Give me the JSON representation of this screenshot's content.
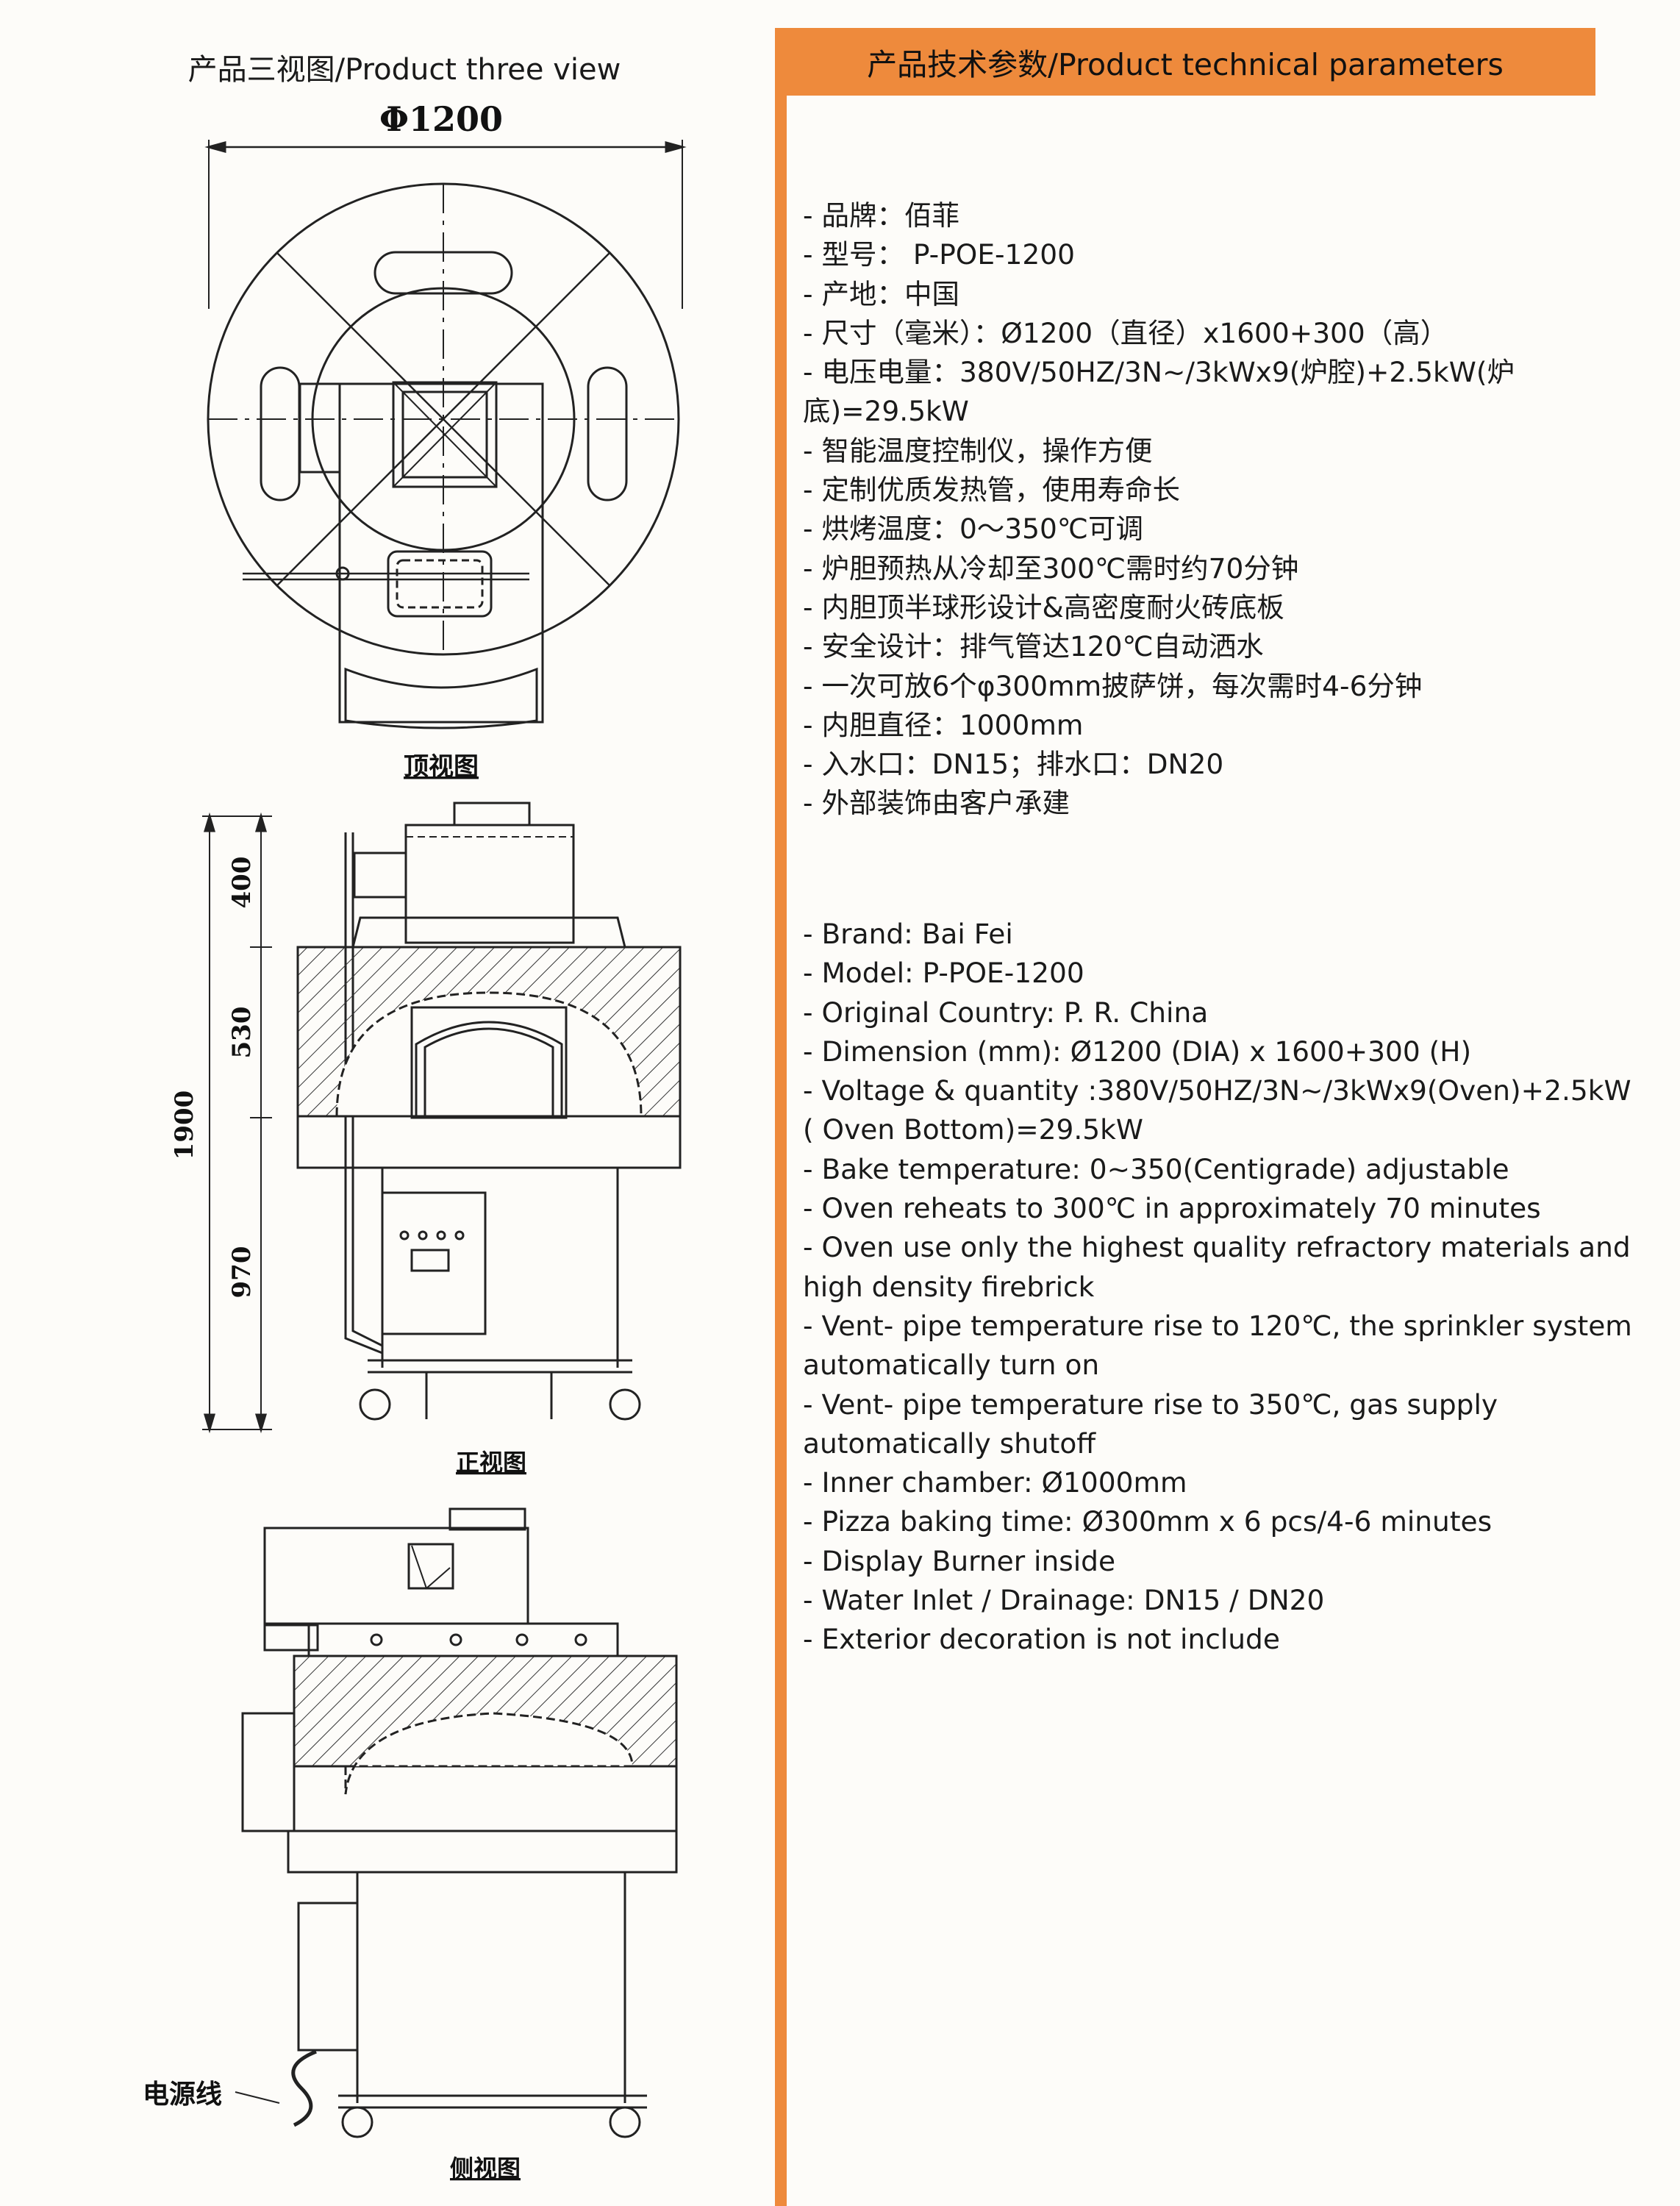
{
  "left_title": "产品三视图/Product three view",
  "right_title": "产品技术参数/Product technical parameters",
  "diagram": {
    "diameter_label": "Φ1200",
    "top_view_label": "顶视图",
    "front_view_label": "正视图",
    "side_view_label": "侧视图",
    "power_cord_label": "电源线",
    "dim_total": "1900",
    "dim_top": "400",
    "dim_mid": "530",
    "dim_bottom": "970"
  },
  "params_cn": [
    "- 品牌：佰菲",
    "- 型号： P-POE-1200",
    "- 产地：中国",
    "- 尺寸（毫米）：Ø1200（直径）x1600+300（高）",
    "- 电压电量：380V/50HZ/3N~/3kWx9(炉腔)+2.5kW(炉底)=29.5kW",
    "- 智能温度控制仪，操作方便",
    "- 定制优质发热管，使用寿命长",
    "- 烘烤温度：0～350℃可调",
    "- 炉胆预热从冷却至300℃需时约70分钟",
    "- 内胆顶半球形设计&高密度耐火砖底板",
    "- 安全设计：排气管达120℃自动洒水",
    "- 一次可放6个φ300mm披萨饼，每次需时4-6分钟",
    "- 内胆直径：1000mm",
    "- 入水口：DN15；排水口：DN20",
    "- 外部装饰由客户承建"
  ],
  "params_en": [
    "- Brand: Bai Fei",
    "- Model: P-POE-1200",
    "- Original Country: P. R. China",
    "- Dimension (mm): Ø1200 (DIA) x 1600+300 (H)",
    "- Voltage & quantity :380V/50HZ/3N~/3kWx9(Oven)+2.5kW ( Oven Bottom)=29.5kW",
    "- Bake temperature: 0~350(Centigrade) adjustable",
    "- Oven reheats to 300℃ in approximately 70 minutes",
    "- Oven use only the highest quality refractory materials and high density firebrick",
    "- Vent- pipe temperature rise to 120℃, the sprinkler system automatically turn on",
    "- Vent- pipe temperature rise to 350℃, gas supply automatically shutoff",
    "- Inner chamber: Ø1000mm",
    "- Pizza baking time: Ø300mm x 6 pcs/4-6 minutes",
    "- Display Burner inside",
    "- Water Inlet / Drainage: DN15 / DN20",
    "- Exterior decoration is not include"
  ]
}
